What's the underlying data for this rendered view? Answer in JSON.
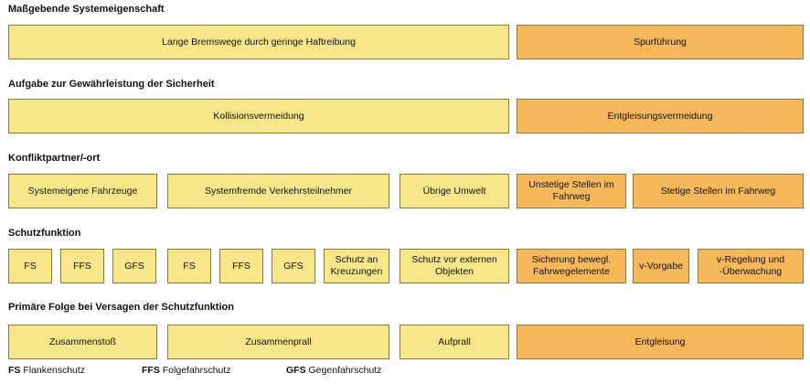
{
  "sections": {
    "property": "Maßgebende Systemeigenschaft",
    "task": "Aufgabe zur Gewährleistung der Sicherheit",
    "conflict": "Konfliktpartner/-ort",
    "protection": "Schutzfunktion",
    "consequence": "Primäre Folge bei Versagen der Schutzfunktion"
  },
  "property_boxes": [
    "Lange Bremswege durch geringe Haftreibung",
    "Spurführung"
  ],
  "task_boxes": [
    "Kollisionsvermeidung",
    "Entgleisungsvermeidung"
  ],
  "conflict_boxes": [
    "Systemeigene Fahrzeuge",
    "Systemfremde  Verkehrsteilnehmer",
    "Übrige Umwelt",
    "Unstetige Stellen im Fahrweg",
    "Stetige Stellen im Fahrweg"
  ],
  "protection_boxes": [
    "FS",
    "FFS",
    "GFS",
    "FS",
    "FFS",
    "GFS",
    "Schutz an Kreuzungen",
    "Schutz vor externen Objekten",
    "Sicherung bewegl. Fahrwegelemente",
    "v-Vorgabe",
    "v-Regelung und -Überwachung"
  ],
  "consequence_boxes": [
    "Zusammenstoß",
    "Zusammenprall",
    "Aufprall",
    "Entgleisung"
  ],
  "legend": [
    {
      "abbr": "FS",
      "text": "Flankenschutz"
    },
    {
      "abbr": "FFS",
      "text": "Folgefahrschutz"
    },
    {
      "abbr": "GFS",
      "text": "Gegenfahrschutz"
    }
  ],
  "colors": {
    "yellow_box": "#f8e78a",
    "orange_box": "#f7b85c",
    "border": "#8a7a3a"
  }
}
